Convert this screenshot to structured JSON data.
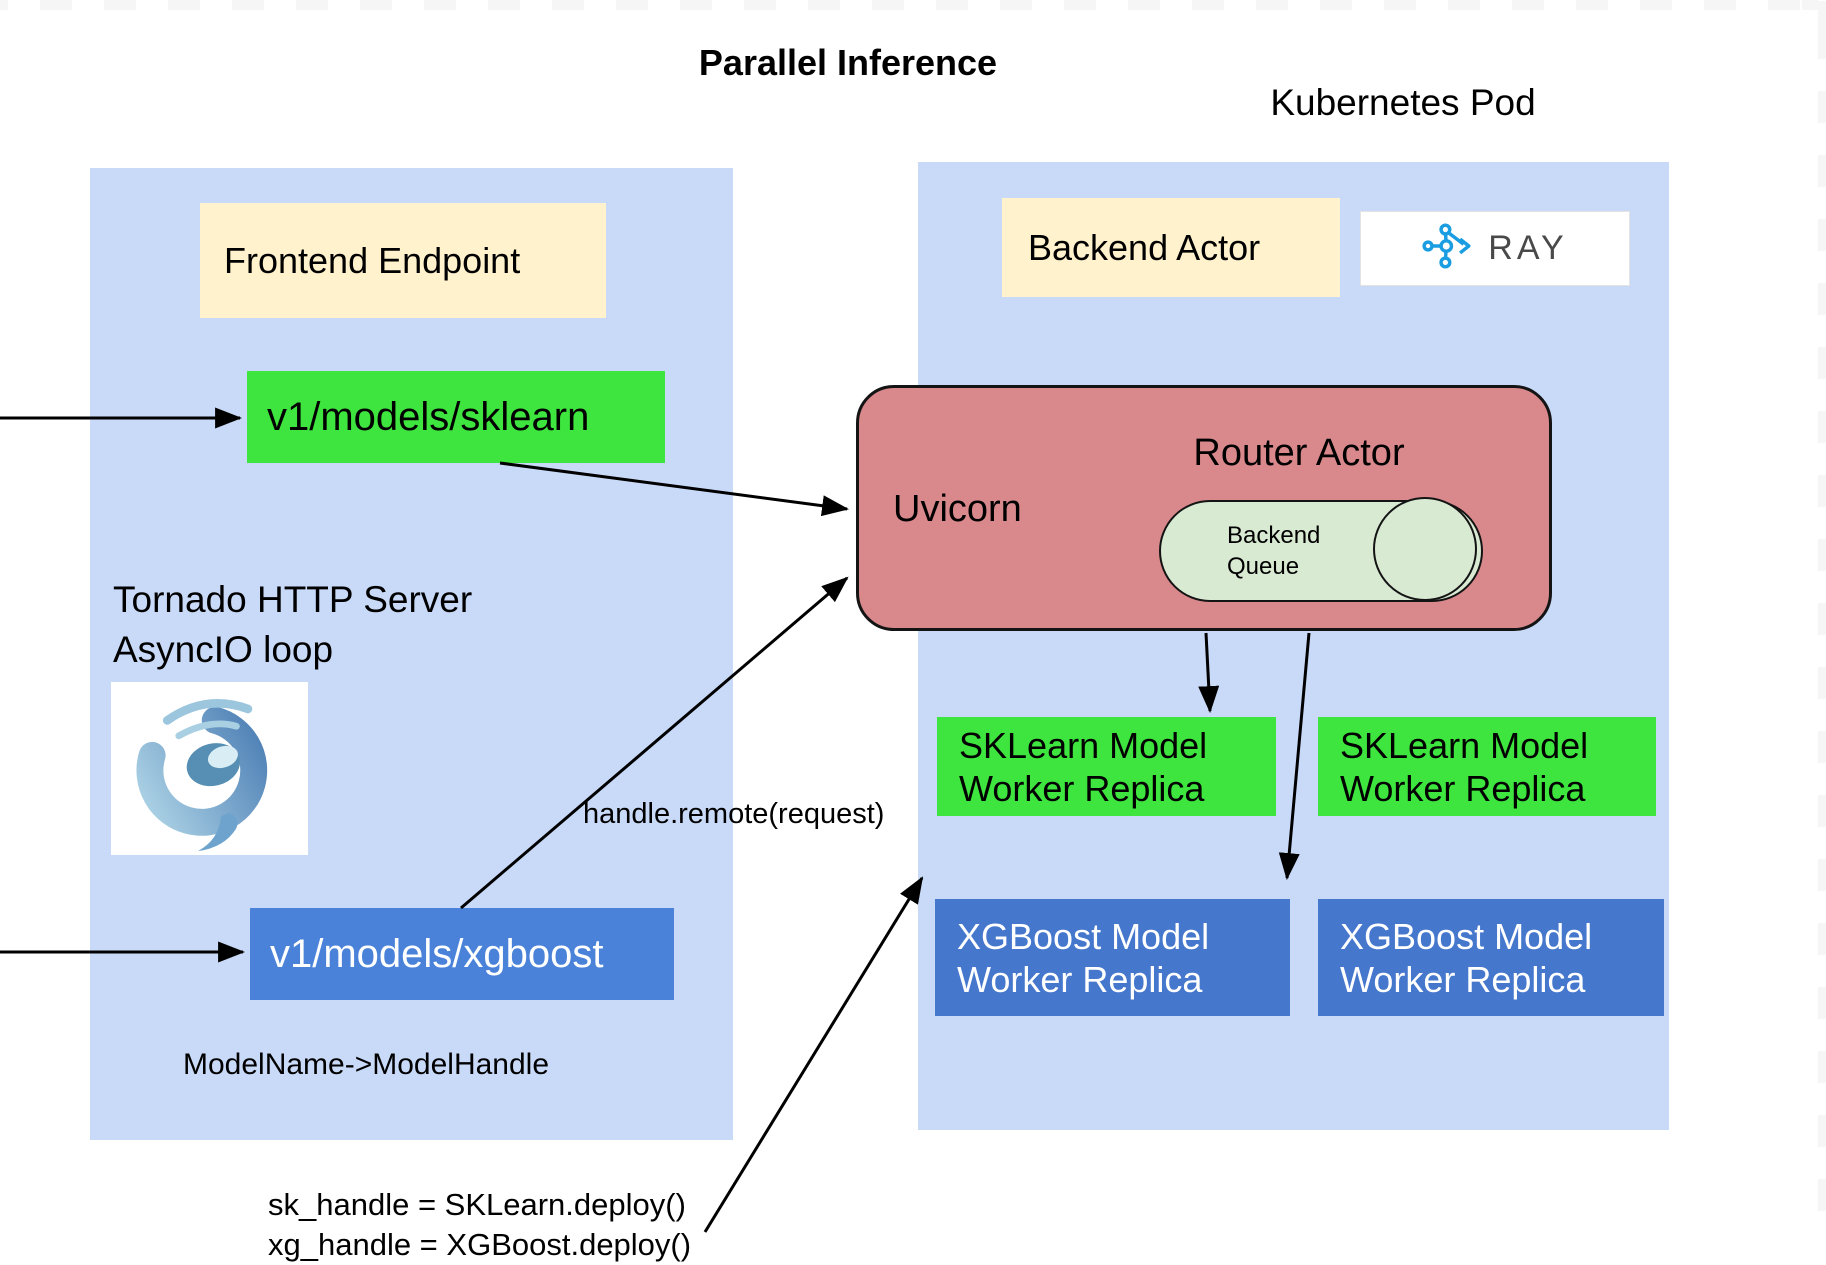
{
  "title": "Parallel Inference",
  "kubernetes_label": "Kubernetes Pod",
  "frontend": {
    "endpoint_label": "Frontend Endpoint",
    "sklearn_route": "v1/models/sklearn",
    "xgboost_route": "v1/models/xgboost",
    "tornado_caption_line1": "Tornado HTTP Server",
    "tornado_caption_line2": "AsyncIO loop",
    "model_map_note": "ModelName->ModelHandle"
  },
  "backend": {
    "actor_label": "Backend Actor",
    "ray_wordmark": "RAY",
    "router": {
      "label": "Router Actor",
      "uvicorn_label": "Uvicorn",
      "queue_line1": "Backend",
      "queue_line2": "Queue"
    },
    "workers": [
      {
        "line1": "SKLearn Model",
        "line2": "Worker Replica",
        "kind": "sklearn"
      },
      {
        "line1": "SKLearn Model",
        "line2": "Worker Replica",
        "kind": "sklearn"
      },
      {
        "line1": "XGBoost Model",
        "line2": "Worker Replica",
        "kind": "xgboost"
      },
      {
        "line1": "XGBoost Model",
        "line2": "Worker Replica",
        "kind": "xgboost"
      }
    ]
  },
  "annotations": {
    "handle_remote": "handle.remote(request)",
    "deploy_line1": "sk_handle = SKLearn.deploy()",
    "deploy_line2": "xg_handle = XGBoost.deploy()"
  },
  "icons": {
    "tornado": "tornado-swirl-icon",
    "ray": "ray-network-icon"
  },
  "colors": {
    "panel": "#c9daf8",
    "cream": "#fff2cc",
    "green": "#3ee53e",
    "blue-endpoint": "#4a82da",
    "blue-worker": "#4577cd",
    "router": "#d9898c",
    "pill": "#d9ead3",
    "checker": "#f6f6f6",
    "ray-blue": "#1b9de2",
    "ray-text": "#494949"
  }
}
